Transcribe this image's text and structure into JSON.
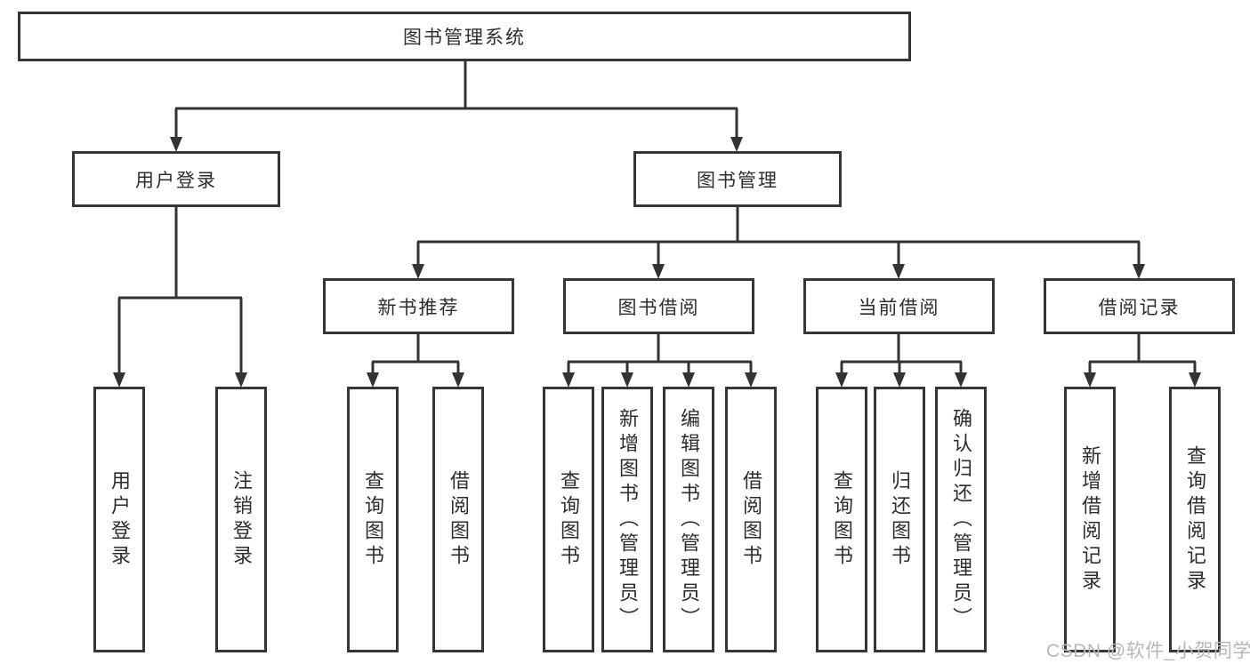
{
  "tree": {
    "root": {
      "label": "图书管理系统",
      "children": [
        {
          "label": "用户登录",
          "children": [
            {
              "label": "用户登录"
            },
            {
              "label": "注销登录"
            }
          ]
        },
        {
          "label": "图书管理",
          "children": [
            {
              "label": "新书推荐",
              "children": [
                {
                  "label": "查询图书"
                },
                {
                  "label": "借阅图书"
                }
              ]
            },
            {
              "label": "图书借阅",
              "children": [
                {
                  "label": "查询图书"
                },
                {
                  "label": "新增图书（管理员）"
                },
                {
                  "label": "编辑图书（管理员）"
                },
                {
                  "label": "借阅图书"
                }
              ]
            },
            {
              "label": "当前借阅",
              "children": [
                {
                  "label": "查询图书"
                },
                {
                  "label": "归还图书"
                },
                {
                  "label": "确认归还（管理员）"
                }
              ]
            },
            {
              "label": "借阅记录",
              "children": [
                {
                  "label": "新增借阅记录"
                },
                {
                  "label": "查询借阅记录"
                }
              ]
            }
          ]
        }
      ]
    }
  },
  "watermark": {
    "text": "CSDN @软件_小贺同学"
  },
  "colors": {
    "line": "#333333",
    "box_border": "#363636",
    "text": "#2d2d2d",
    "watermark": "#b7b7b7",
    "background": "#ffffff"
  }
}
